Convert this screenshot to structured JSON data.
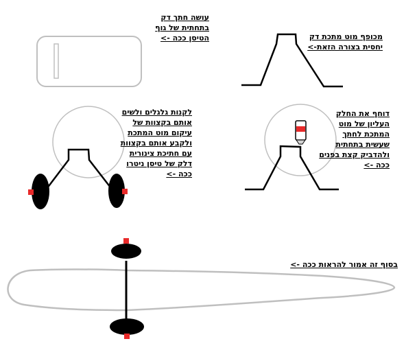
{
  "colors": {
    "ink": "#000000",
    "outline": "#bfbfbf",
    "accent": "#e82a2a",
    "nozzle_tip": "#d4d4d4"
  },
  "notes": {
    "step1": [
      "עושה חתך דק",
      "בתחתית של גוף",
      "הטיסן ככה ->"
    ],
    "step2": [
      "מכופף מוט מתכת דק",
      "יחסית בצורה הזאת->"
    ],
    "step3": [
      "לקנות גלגלים ולשים",
      "אותם בקצוות של",
      "עיקום מוט המתכת",
      "ולקבע אותם בקצוות",
      "עם חתיכת צינורית",
      "דלק של טיסן ניטרו",
      "ככה ->"
    ],
    "step4": [
      "דוחף את החלק",
      "העליון של מוט",
      "המתכת לחתך",
      "שעשית בתחתית",
      "ולהדביק קצת בפנים",
      "ככה ->"
    ],
    "step5": [
      "בסוף זה אמור להראות ככה ->"
    ]
  }
}
